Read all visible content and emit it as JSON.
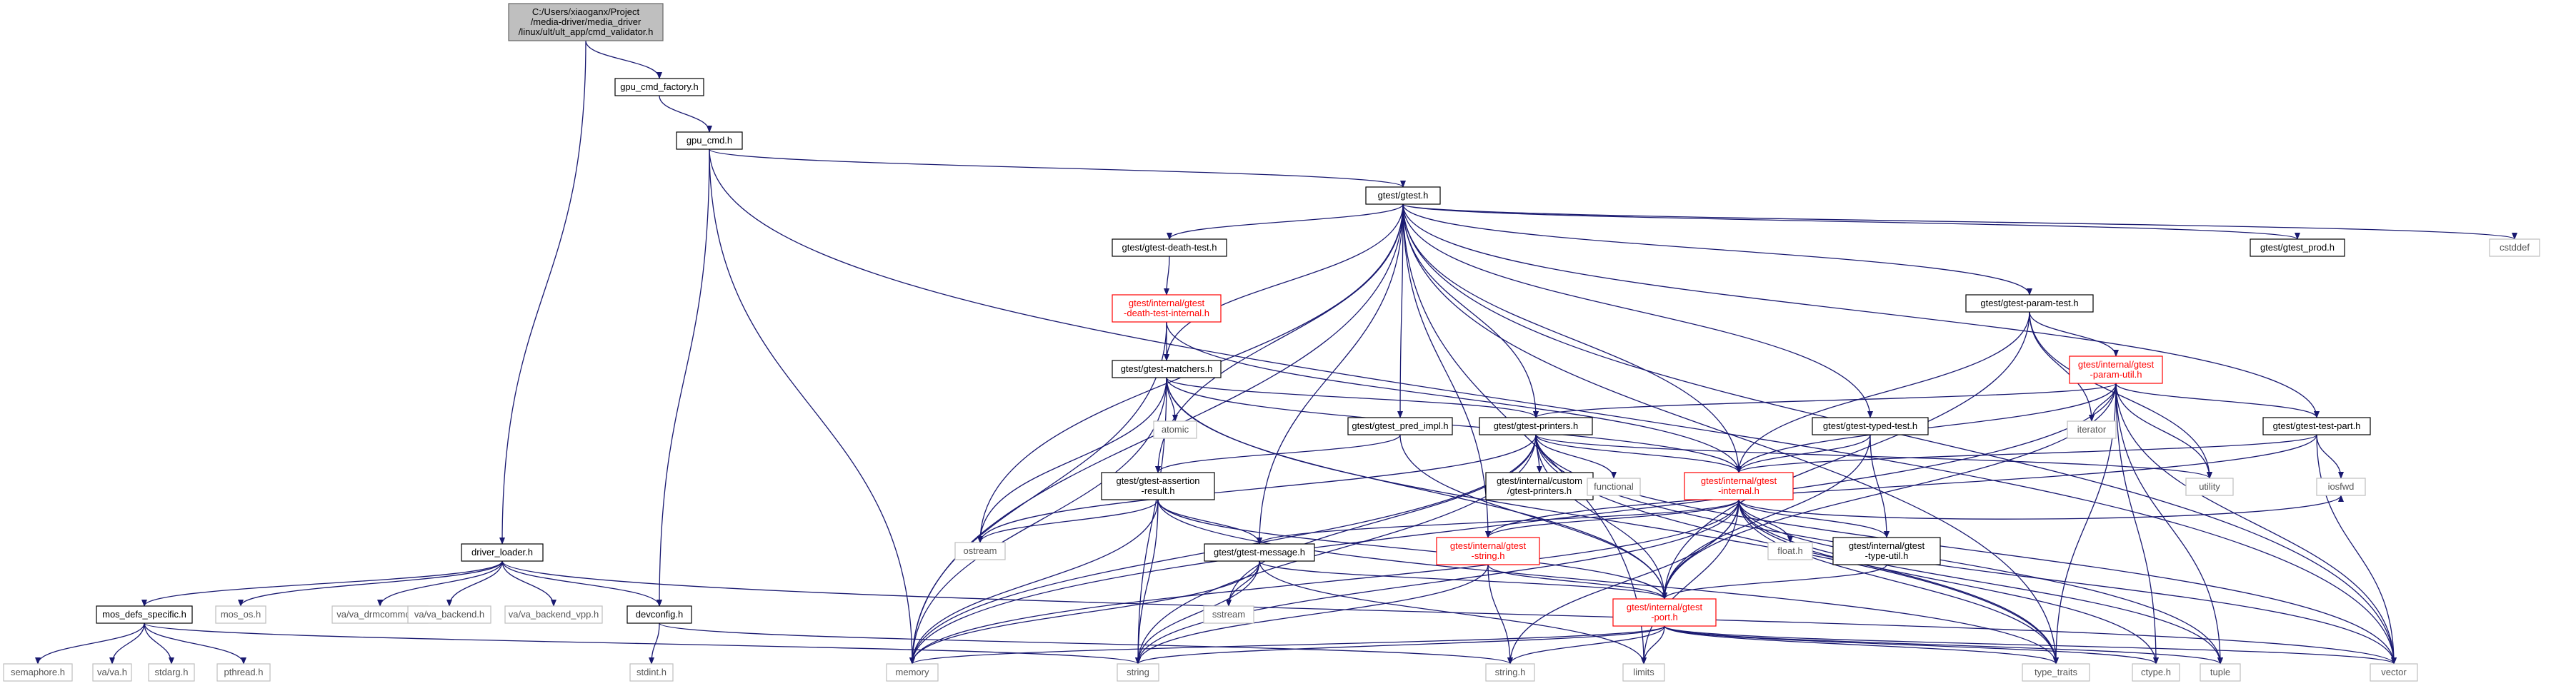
{
  "graph": {
    "colors": {
      "edge": "#191970",
      "root_fill": "#bfbfbf",
      "truncated_border": "#ff0000",
      "external_border": "#bfbfbf"
    },
    "nodes": [
      {
        "id": "root",
        "kind": "root",
        "lines": [
          "C:/Users/xiaoganx/Project",
          "/media-driver/media_driver",
          "/linux/ult/ult_app/cmd_validator.h"
        ]
      },
      {
        "id": "gpu_cmd_factory",
        "kind": "file",
        "lines": [
          "gpu_cmd_factory.h"
        ]
      },
      {
        "id": "gpu_cmd",
        "kind": "file",
        "lines": [
          "gpu_cmd.h"
        ]
      },
      {
        "id": "gtest",
        "kind": "file",
        "lines": [
          "gtest/gtest.h"
        ]
      },
      {
        "id": "cstddef",
        "kind": "ext",
        "lines": [
          "cstddef"
        ]
      },
      {
        "id": "death_test",
        "kind": "file",
        "lines": [
          "gtest/gtest-death-test.h"
        ]
      },
      {
        "id": "gtest_prod",
        "kind": "file",
        "lines": [
          "gtest/gtest_prod.h"
        ]
      },
      {
        "id": "death_internal",
        "kind": "trunc",
        "lines": [
          "gtest/internal/gtest",
          "-death-test-internal.h"
        ]
      },
      {
        "id": "param_test",
        "kind": "file",
        "lines": [
          "gtest/gtest-param-test.h"
        ]
      },
      {
        "id": "param_util",
        "kind": "trunc",
        "lines": [
          "gtest/internal/gtest",
          "-param-util.h"
        ]
      },
      {
        "id": "matchers",
        "kind": "file",
        "lines": [
          "gtest/gtest-matchers.h"
        ]
      },
      {
        "id": "atomic",
        "kind": "ext",
        "lines": [
          "atomic"
        ]
      },
      {
        "id": "pred_impl",
        "kind": "file",
        "lines": [
          "gtest/gtest_pred_impl.h"
        ]
      },
      {
        "id": "printers",
        "kind": "file",
        "lines": [
          "gtest/gtest-printers.h"
        ]
      },
      {
        "id": "typed_test",
        "kind": "file",
        "lines": [
          "gtest/gtest-typed-test.h"
        ]
      },
      {
        "id": "iterator",
        "kind": "ext",
        "lines": [
          "iterator"
        ]
      },
      {
        "id": "test_part",
        "kind": "file",
        "lines": [
          "gtest/gtest-test-part.h"
        ]
      },
      {
        "id": "assertion_result",
        "kind": "file",
        "lines": [
          "gtest/gtest-assertion",
          "-result.h"
        ]
      },
      {
        "id": "custom_printers",
        "kind": "file",
        "lines": [
          "gtest/internal/custom",
          "/gtest-printers.h"
        ]
      },
      {
        "id": "functional",
        "kind": "ext",
        "lines": [
          "functional"
        ]
      },
      {
        "id": "internal",
        "kind": "trunc",
        "lines": [
          "gtest/internal/gtest",
          "-internal.h"
        ]
      },
      {
        "id": "utility",
        "kind": "ext",
        "lines": [
          "utility"
        ]
      },
      {
        "id": "iosfwd",
        "kind": "ext",
        "lines": [
          "iosfwd"
        ]
      },
      {
        "id": "ostream",
        "kind": "ext",
        "lines": [
          "ostream"
        ]
      },
      {
        "id": "driver_loader",
        "kind": "file",
        "lines": [
          "driver_loader.h"
        ]
      },
      {
        "id": "message",
        "kind": "file",
        "lines": [
          "gtest/gtest-message.h"
        ]
      },
      {
        "id": "gtest_string",
        "kind": "trunc",
        "lines": [
          "gtest/internal/gtest",
          "-string.h"
        ]
      },
      {
        "id": "float",
        "kind": "ext",
        "lines": [
          "float.h"
        ]
      },
      {
        "id": "type_util",
        "kind": "file",
        "lines": [
          "gtest/internal/gtest",
          "-type-util.h"
        ]
      },
      {
        "id": "mos_defs",
        "kind": "file",
        "lines": [
          "mos_defs_specific.h"
        ]
      },
      {
        "id": "mos_os",
        "kind": "ext",
        "lines": [
          "mos_os.h"
        ]
      },
      {
        "id": "va_drmcommon",
        "kind": "ext",
        "lines": [
          "va/va_drmcommon.h"
        ]
      },
      {
        "id": "va_backend",
        "kind": "ext",
        "lines": [
          "va/va_backend.h"
        ]
      },
      {
        "id": "va_backend_vpp",
        "kind": "ext",
        "lines": [
          "va/va_backend_vpp.h"
        ]
      },
      {
        "id": "devconfig",
        "kind": "file",
        "lines": [
          "devconfig.h"
        ]
      },
      {
        "id": "sstream",
        "kind": "ext",
        "lines": [
          "sstream"
        ]
      },
      {
        "id": "port",
        "kind": "trunc",
        "lines": [
          "gtest/internal/gtest",
          "-port.h"
        ]
      },
      {
        "id": "semaphore",
        "kind": "ext",
        "lines": [
          "semaphore.h"
        ]
      },
      {
        "id": "va",
        "kind": "ext",
        "lines": [
          "va/va.h"
        ]
      },
      {
        "id": "stdarg",
        "kind": "ext",
        "lines": [
          "stdarg.h"
        ]
      },
      {
        "id": "pthread",
        "kind": "ext",
        "lines": [
          "pthread.h"
        ]
      },
      {
        "id": "stdint",
        "kind": "ext",
        "lines": [
          "stdint.h"
        ]
      },
      {
        "id": "memory",
        "kind": "ext",
        "lines": [
          "memory"
        ]
      },
      {
        "id": "string",
        "kind": "ext",
        "lines": [
          "string"
        ]
      },
      {
        "id": "string_h",
        "kind": "ext",
        "lines": [
          "string.h"
        ]
      },
      {
        "id": "limits",
        "kind": "ext",
        "lines": [
          "limits"
        ]
      },
      {
        "id": "type_traits",
        "kind": "ext",
        "lines": [
          "type_traits"
        ]
      },
      {
        "id": "ctype",
        "kind": "ext",
        "lines": [
          "ctype.h"
        ]
      },
      {
        "id": "tuple",
        "kind": "ext",
        "lines": [
          "tuple"
        ]
      },
      {
        "id": "vector",
        "kind": "ext",
        "lines": [
          "vector"
        ]
      }
    ],
    "edges": [
      [
        "root",
        "gpu_cmd_factory"
      ],
      [
        "root",
        "driver_loader"
      ],
      [
        "gpu_cmd_factory",
        "gpu_cmd"
      ],
      [
        "gpu_cmd",
        "gtest"
      ],
      [
        "gpu_cmd",
        "devconfig"
      ],
      [
        "gpu_cmd",
        "memory"
      ],
      [
        "gpu_cmd",
        "vector"
      ],
      [
        "gtest",
        "cstddef"
      ],
      [
        "gtest",
        "death_test"
      ],
      [
        "gtest_prod",
        "gtest_prod"
      ],
      [
        "gtest",
        "gtest_prod"
      ],
      [
        "gtest",
        "param_test"
      ],
      [
        "gtest",
        "matchers"
      ],
      [
        "gtest",
        "pred_impl"
      ],
      [
        "gtest",
        "printers"
      ],
      [
        "gtest",
        "typed_test"
      ],
      [
        "gtest",
        "test_part"
      ],
      [
        "gtest",
        "assertion_result"
      ],
      [
        "gtest",
        "internal"
      ],
      [
        "gtest",
        "message"
      ],
      [
        "gtest",
        "gtest_string"
      ],
      [
        "gtest",
        "ostream"
      ],
      [
        "gtest",
        "memory"
      ],
      [
        "gtest",
        "limits"
      ],
      [
        "gtest",
        "type_traits"
      ],
      [
        "gtest",
        "vector"
      ],
      [
        "death_test",
        "death_internal"
      ],
      [
        "death_internal",
        "matchers"
      ],
      [
        "death_internal",
        "internal"
      ],
      [
        "death_internal",
        "memory"
      ],
      [
        "param_test",
        "param_util"
      ],
      [
        "param_test",
        "internal"
      ],
      [
        "param_test",
        "port"
      ],
      [
        "param_test",
        "iterator"
      ],
      [
        "param_test",
        "utility"
      ],
      [
        "param_util",
        "printers"
      ],
      [
        "param_util",
        "internal"
      ],
      [
        "param_util",
        "port"
      ],
      [
        "param_util",
        "test_part"
      ],
      [
        "param_util",
        "iterator"
      ],
      [
        "param_util",
        "utility"
      ],
      [
        "param_util",
        "memory"
      ],
      [
        "param_util",
        "vector"
      ],
      [
        "param_util",
        "tuple"
      ],
      [
        "param_util",
        "type_traits"
      ],
      [
        "param_util",
        "ctype"
      ],
      [
        "matchers",
        "atomic"
      ],
      [
        "matchers",
        "printers"
      ],
      [
        "matchers",
        "internal"
      ],
      [
        "matchers",
        "port"
      ],
      [
        "matchers",
        "ostream"
      ],
      [
        "matchers",
        "memory"
      ],
      [
        "matchers",
        "string"
      ],
      [
        "matchers",
        "type_traits"
      ],
      [
        "pred_impl",
        "assertion_result"
      ],
      [
        "pred_impl",
        "port"
      ],
      [
        "printers",
        "custom_printers"
      ],
      [
        "printers",
        "functional"
      ],
      [
        "printers",
        "internal"
      ],
      [
        "printers",
        "port"
      ],
      [
        "printers",
        "ostream"
      ],
      [
        "printers",
        "sstream"
      ],
      [
        "printers",
        "string"
      ],
      [
        "printers",
        "memory"
      ],
      [
        "printers",
        "tuple"
      ],
      [
        "printers",
        "type_traits"
      ],
      [
        "printers",
        "utility"
      ],
      [
        "printers",
        "vector"
      ],
      [
        "typed_test",
        "internal"
      ],
      [
        "typed_test",
        "type_util"
      ],
      [
        "typed_test",
        "port"
      ],
      [
        "test_part",
        "internal"
      ],
      [
        "test_part",
        "gtest_string"
      ],
      [
        "test_part",
        "iosfwd"
      ],
      [
        "test_part",
        "vector"
      ],
      [
        "assertion_result",
        "message"
      ],
      [
        "assertion_result",
        "port"
      ],
      [
        "assertion_result",
        "ostream"
      ],
      [
        "assertion_result",
        "memory"
      ],
      [
        "assertion_result",
        "string"
      ],
      [
        "assertion_result",
        "type_traits"
      ],
      [
        "internal",
        "message"
      ],
      [
        "internal",
        "gtest_string"
      ],
      [
        "internal",
        "float"
      ],
      [
        "internal",
        "type_util"
      ],
      [
        "internal",
        "port"
      ],
      [
        "internal",
        "string_h"
      ],
      [
        "internal",
        "limits"
      ],
      [
        "internal",
        "memory"
      ],
      [
        "internal",
        "string"
      ],
      [
        "internal",
        "type_traits"
      ],
      [
        "internal",
        "ctype"
      ],
      [
        "internal",
        "tuple"
      ],
      [
        "internal",
        "vector"
      ],
      [
        "internal",
        "iosfwd"
      ],
      [
        "driver_loader",
        "mos_defs"
      ],
      [
        "driver_loader",
        "mos_os"
      ],
      [
        "driver_loader",
        "va_drmcommon"
      ],
      [
        "driver_loader",
        "va_backend"
      ],
      [
        "driver_loader",
        "va_backend_vpp"
      ],
      [
        "driver_loader",
        "devconfig"
      ],
      [
        "driver_loader",
        "vector"
      ],
      [
        "message",
        "port"
      ],
      [
        "message",
        "sstream"
      ],
      [
        "message",
        "memory"
      ],
      [
        "message",
        "string"
      ],
      [
        "message",
        "limits"
      ],
      [
        "gtest_string",
        "port"
      ],
      [
        "gtest_string",
        "string_h"
      ],
      [
        "gtest_string",
        "string"
      ],
      [
        "type_util",
        "port"
      ],
      [
        "mos_defs",
        "semaphore"
      ],
      [
        "mos_defs",
        "va"
      ],
      [
        "mos_defs",
        "stdarg"
      ],
      [
        "mos_defs",
        "pthread"
      ],
      [
        "mos_defs",
        "string"
      ],
      [
        "devconfig",
        "stdint"
      ],
      [
        "devconfig",
        "string_h"
      ],
      [
        "port",
        "memory"
      ],
      [
        "port",
        "string"
      ],
      [
        "port",
        "string_h"
      ],
      [
        "port",
        "limits"
      ],
      [
        "port",
        "type_traits"
      ],
      [
        "port",
        "ctype"
      ],
      [
        "port",
        "tuple"
      ],
      [
        "port",
        "vector"
      ]
    ]
  }
}
